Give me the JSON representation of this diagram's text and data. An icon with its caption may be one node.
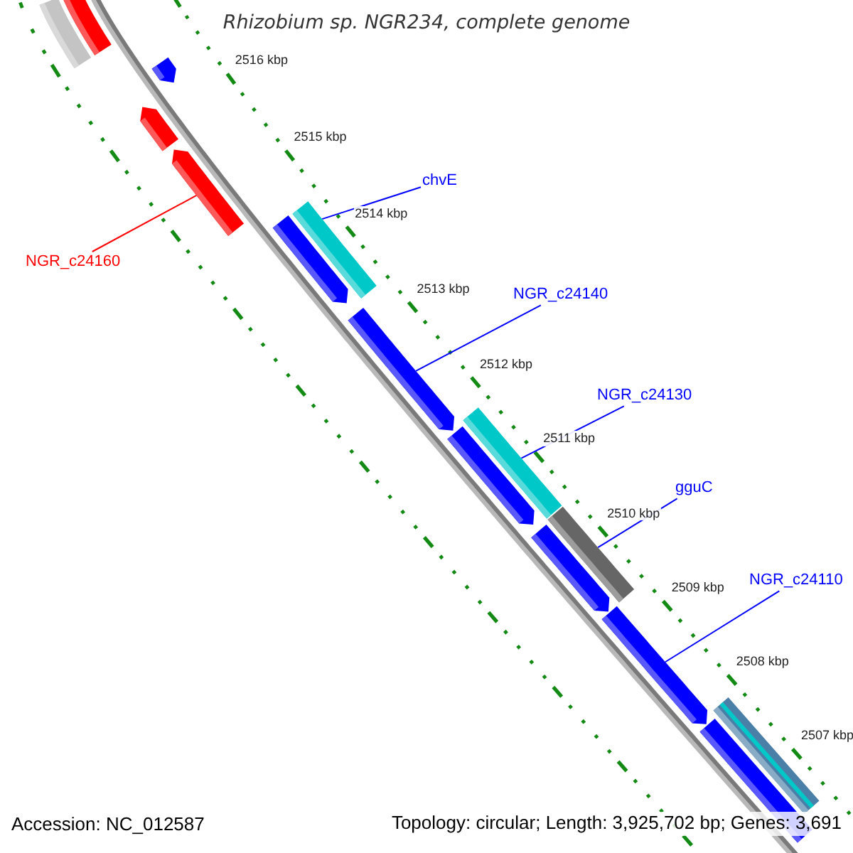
{
  "diagram": {
    "title": "Rhizobium sp. NGR234, complete genome",
    "nodes": [
      {
        "text": [],
        "shape": "bar"
      },
      {
        "text": [],
        "shape": "bar"
      },
      {
        "text": [],
        "shape": "bar"
      },
      {
        "text": [],
        "shape": "bar"
      },
      {
        "text": [
          "chvE"
        ]
      },
      {
        "text": [
          "NGR_c24160"
        ]
      },
      {
        "text": [],
        "shape": "bar"
      },
      {
        "text": [],
        "shape": "bar"
      },
      {
        "text": [],
        "shape": "bar"
      },
      {
        "text": [
          "NGR_c24140"
        ]
      },
      {
        "text": [],
        "shape": "bar"
      },
      {
        "text": [
          "NGR_c24130"
        ]
      },
      {
        "text": [],
        "shape": "bar"
      },
      {
        "text": [],
        "shape": "bar"
      },
      {
        "text": [
          "gguC"
        ]
      },
      {
        "text": [],
        "shape": "bar"
      },
      {
        "text": [],
        "shape": "bar"
      },
      {
        "text": [
          "NGR_c24110"
        ]
      },
      {
        "text": [],
        "shape": "bar"
      },
      {
        "text": [],
        "shape": "bar"
      },
      {
        "text": [],
        "shape": "bar"
      }
    ],
    "edges": [
      {
        "from": 4,
        "to": 8,
        "arrow": "none"
      },
      {
        "from": 5,
        "to": 6,
        "arrow": "none",
        "color": "#ff0000"
      },
      {
        "from": 9,
        "to": 10,
        "arrow": "none"
      },
      {
        "from": 11,
        "to": 12,
        "arrow": "none"
      },
      {
        "from": 14,
        "to": 15,
        "arrow": "none"
      },
      {
        "from": 17,
        "to": 18,
        "arrow": "none"
      }
    ],
    "labels": [
      "2516 kbp",
      "2515 kbp",
      "2514 kbp",
      "2513 kbp",
      "2512 kbp",
      "2511 kbp",
      "2510 kbp",
      "2509 kbp",
      "2508 kbp",
      "2507 kbp",
      "Accession: NC_012587",
      "Topology: circular; Length: 3,925,702 bp; Genes: 3,691"
    ]
  }
}
